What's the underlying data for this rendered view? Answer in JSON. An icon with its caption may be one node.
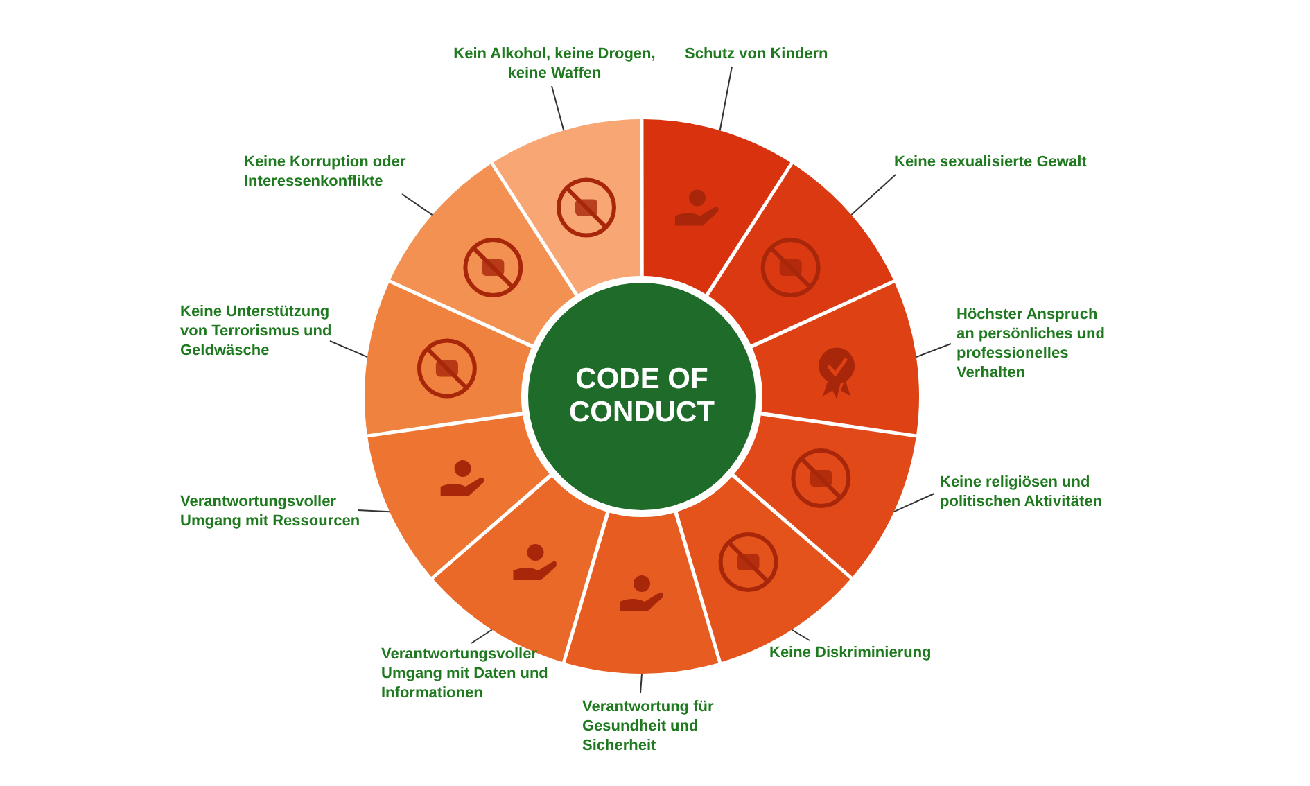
{
  "diagram": {
    "nodes": [
      {
        "text": [
          "CODE OF CONDUCT"
        ]
      },
      {
        "text": [
          "Kein Alkohol, keine Drogen, keine Waffen"
        ]
      },
      {
        "text": [
          "Schutz von Kindern"
        ]
      },
      {
        "text": [
          "Keine Korruption oder Interessenkonflikte"
        ]
      },
      {
        "text": [
          "Keine sexualisierte Gewalt"
        ]
      },
      {
        "text": [
          "Keine Unterstützung von Terrorismus und Geldwäsche"
        ]
      },
      {
        "text": [
          "Höchster Anspruch an persönliches und professionelles Verhalten"
        ]
      },
      {
        "text": [
          "Keine religiösen und politischen Aktivitäten"
        ]
      },
      {
        "text": [
          "Verantwortungsvoller Umgang mit Ressourcen"
        ]
      },
      {
        "text": [
          "Verantwortungsvoller Umgang mit Daten und Informationen"
        ]
      },
      {
        "text": [
          "Keine Diskriminierung"
        ]
      },
      {
        "text": [
          "Verantwortung für Gesundheit und Sicherheit"
        ]
      },
      {
        "text": [],
        "shape": "picture"
      },
      {
        "text": [],
        "shape": "picture"
      },
      {
        "text": [],
        "shape": "picture"
      },
      {
        "text": [],
        "shape": "picture"
      },
      {
        "text": [],
        "shape": "picture"
      },
      {
        "text": [],
        "shape": "picture"
      },
      {
        "text": [],
        "shape": "picture"
      },
      {
        "text": [],
        "shape": "picture"
      },
      {
        "text": [],
        "shape": "picture"
      },
      {
        "text": [],
        "shape": "picture"
      },
      {
        "text": [],
        "shape": "picture"
      }
    ],
    "edges": [
      {
        "from": 1,
        "to": 22,
        "arrow": "none"
      },
      {
        "from": 2,
        "to": 12,
        "arrow": "none"
      },
      {
        "from": 3,
        "to": 21,
        "arrow": "none"
      },
      {
        "from": 4,
        "to": 13,
        "arrow": "none"
      },
      {
        "from": 5,
        "to": 20,
        "arrow": "none"
      },
      {
        "from": 6,
        "to": 14,
        "arrow": "none"
      },
      {
        "from": 7,
        "to": 15,
        "arrow": "none"
      },
      {
        "from": 8,
        "to": 19,
        "arrow": "none"
      },
      {
        "from": 9,
        "to": 18,
        "arrow": "none"
      },
      {
        "from": 10,
        "to": 16,
        "arrow": "none"
      },
      {
        "from": 11,
        "to": 17,
        "arrow": "none"
      }
    ]
  }
}
